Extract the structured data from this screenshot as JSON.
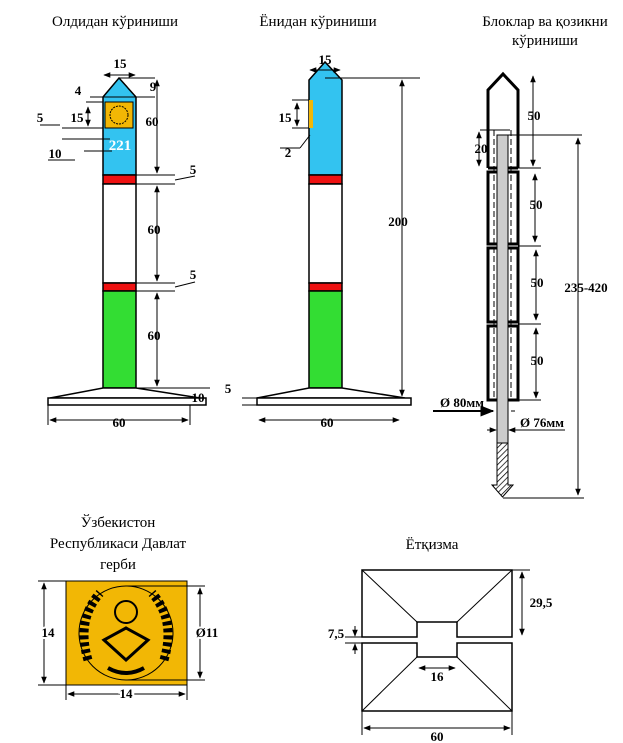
{
  "colors": {
    "blue": "#33c3f0",
    "red": "#ee1111",
    "green": "#33dd33",
    "emblem": "#f2b705",
    "rod": "#cccccc"
  },
  "front_view": {
    "title": "Олдидан кўриниши",
    "number": "221",
    "dims": {
      "top_width": "15",
      "cap": "9",
      "gap": "4",
      "emblem": "15",
      "space": "5",
      "number_h": "10",
      "seg1": "60",
      "seg2": "60",
      "seg3": "60",
      "stripe1": "5",
      "stripe2": "5",
      "base_h": "10",
      "base_w": "60"
    }
  },
  "side_view": {
    "title": "Ёнидан кўриниши",
    "dims": {
      "top_width": "15",
      "emblem": "15",
      "thickness": "2",
      "height": "200",
      "base_h": "5",
      "base_w": "60"
    }
  },
  "blocks_view": {
    "title_line1": "Блоклар ва қозикни",
    "title_line2": "кўриниши",
    "dims": {
      "b1": "50",
      "b2": "50",
      "b3": "50",
      "b4": "50",
      "overlap": "20",
      "total": "235-420",
      "outer_d": "Ø 80мм",
      "inner_d": "Ø 76мм"
    }
  },
  "emblem": {
    "title_line1": "Ўзбекистон",
    "title_line2": "Республикаси Давлат",
    "title_line3": "герби",
    "dims": {
      "height": "14",
      "width": "14",
      "diameter": "Ø11"
    }
  },
  "layout_plan": {
    "title": "Ётқизма",
    "dims": {
      "half_h": "29,5",
      "gap": "7,5",
      "notch": "16",
      "width": "60"
    }
  }
}
